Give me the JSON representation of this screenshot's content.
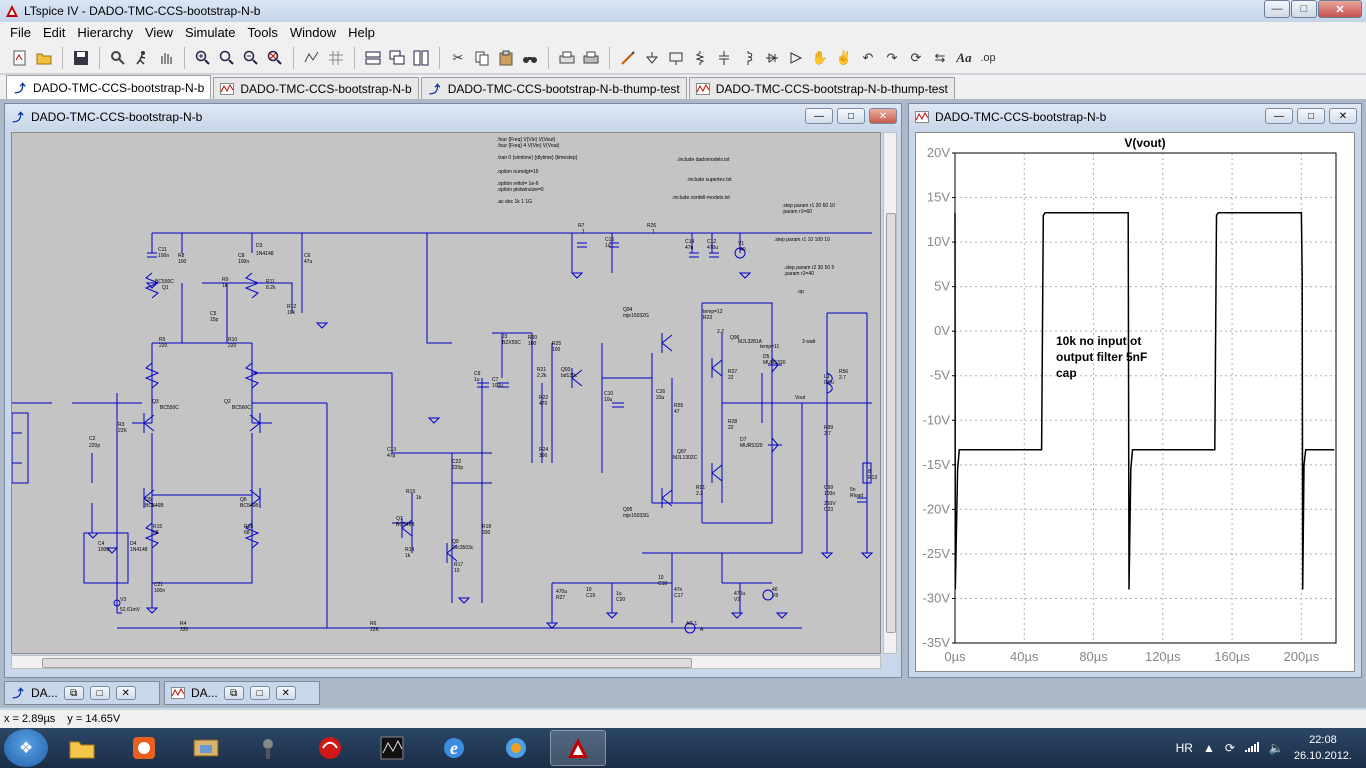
{
  "window": {
    "title": "LTspice IV - DADO-TMC-CCS-bootstrap-N-b",
    "minimize": "—",
    "maximize": "□",
    "close": "✕"
  },
  "menu": [
    {
      "label": "File"
    },
    {
      "label": "Edit"
    },
    {
      "label": "Hierarchy"
    },
    {
      "label": "View"
    },
    {
      "label": "Simulate"
    },
    {
      "label": "Tools"
    },
    {
      "label": "Window"
    },
    {
      "label": "Help"
    }
  ],
  "tabs": [
    {
      "label": "DADO-TMC-CCS-bootstrap-N-b",
      "kind": "schematic"
    },
    {
      "label": "DADO-TMC-CCS-bootstrap-N-b",
      "kind": "waveform"
    },
    {
      "label": "DADO-TMC-CCS-bootstrap-N-b-thump-test",
      "kind": "schematic"
    },
    {
      "label": "DADO-TMC-CCS-bootstrap-N-b-thump-test",
      "kind": "waveform"
    }
  ],
  "schematic_window": {
    "title": "DADO-TMC-CCS-bootstrap-N-b",
    "directives": [
      ".four {Freq} V(Vin) V(Vout)",
      ".four {Freq} 4 V(Vin) V(Vout)",
      ".tran 0 {simtime} {dlytime} {timestep}",
      ".option numdgt=15",
      ".option reltol= 1e-6",
      ".option plotwinsize=0",
      ".ac dec 1k 1 1G",
      ".include dadomodels.txt",
      ".include supertex.txt",
      ".include cordell-models.txt",
      ".step param r1 20 60 10",
      ".param r1=60",
      ".step param r1 10 100 10",
      ".step param r2 30 50 5",
      ".param r2=40",
      ".op"
    ],
    "labels": [
      "C11",
      "100n",
      "R8",
      "100",
      "BC550C",
      "Q1",
      "R9",
      "1k",
      "C8",
      "100n",
      "D3",
      "1N4148",
      "R11",
      "8.2k",
      "C6",
      "47u",
      "R12",
      "10k",
      "C5",
      "15p",
      "R5",
      "220",
      "R10",
      "220",
      "Q3",
      "BC550C",
      "Q2",
      "BC560C",
      "R3",
      "22K",
      "C2",
      "220p",
      "C13",
      "47p",
      "C22",
      "220p",
      "Q5",
      "BC546B",
      "Q6",
      "BC546B",
      "R15",
      "68",
      "R16",
      "68",
      "R19",
      "1k",
      "Q7",
      "BC546B",
      "R14",
      "1k",
      "Q9",
      "2sc3503c",
      "R18",
      "330",
      "R17",
      "10",
      "C4",
      "100u",
      "D4",
      "1N4148",
      "C21",
      "100n",
      "V3",
      "52.61mV",
      "R4",
      "330",
      "R6",
      "22K",
      "V1",
      "40",
      "R7",
      "1",
      "C16",
      "1u",
      "R26",
      "1",
      "C14",
      "47n",
      "C12",
      "470u",
      "J3",
      "BZX55C",
      "R20",
      "100",
      "R25",
      "100",
      "R21",
      "2.2k",
      "Q93",
      "bd139c",
      "R22",
      "470",
      "R24",
      "390",
      "C10",
      "10u",
      "C9",
      "1u",
      "C7",
      "100u",
      "Q94",
      "mje15032G",
      "temp=12",
      "R23",
      "2.2",
      "Q96",
      "MJL3281A",
      "temp=11",
      "D5",
      "MUR5320",
      "R27",
      "22",
      "R28",
      "22",
      "Q97",
      "MJL1302C",
      "D7",
      "MUR5320",
      "R91",
      "2.2",
      "Q95",
      "mje15033G",
      "C26",
      "33u",
      "R55",
      "47",
      "Vout",
      "3 watt",
      "L1",
      "0.5u",
      "R56",
      "2.7",
      "R99",
      "2.7",
      "C99",
      "100n",
      "250V",
      "C23",
      "5n",
      "Rload",
      "8",
      "R13",
      "10",
      "C19",
      "1u",
      "C20",
      "470u",
      "R27",
      "10",
      "C18",
      "47n",
      "C17",
      "470u",
      "V2",
      "40",
      "V8",
      "AC 1",
      "A"
    ]
  },
  "waveform_window": {
    "title": "DADO-TMC-CCS-bootstrap-N-b",
    "annotation": [
      "10k no input ot",
      "output filter 5nF",
      "cap"
    ]
  },
  "chart_data": {
    "type": "line",
    "title": "V(vout)",
    "xlabel": "",
    "ylabel": "",
    "xlim": [
      0,
      220
    ],
    "ylim": [
      -35,
      20
    ],
    "x_ticks": [
      "0µs",
      "40µs",
      "80µs",
      "120µs",
      "160µs",
      "200µs"
    ],
    "y_ticks": [
      "20V",
      "15V",
      "10V",
      "5V",
      "0V",
      "-5V",
      "-10V",
      "-15V",
      "-20V",
      "-25V",
      "-30V",
      "-35V"
    ],
    "grid": true,
    "series": [
      {
        "name": "V(vout)",
        "color": "#000000",
        "points": [
          [
            0,
            13.3
          ],
          [
            0.2,
            -29.0
          ],
          [
            1.5,
            -15.5
          ],
          [
            2.5,
            -13.3
          ],
          [
            50,
            -13.3
          ],
          [
            51,
            13.0
          ],
          [
            52,
            13.3
          ],
          [
            100,
            13.3
          ],
          [
            100.5,
            -29.0
          ],
          [
            101.5,
            -15.5
          ],
          [
            102.5,
            -13.3
          ],
          [
            150,
            -13.3
          ],
          [
            151,
            13.0
          ],
          [
            152,
            13.3
          ],
          [
            200,
            13.3
          ],
          [
            200.5,
            6.0
          ],
          [
            200.8,
            -29.0
          ],
          [
            201.5,
            -15.0
          ],
          [
            202.5,
            -13.3
          ],
          [
            219,
            -13.3
          ]
        ]
      }
    ]
  },
  "minimized": [
    {
      "label": "DA...",
      "kind": "schematic"
    },
    {
      "label": "DA...",
      "kind": "waveform"
    }
  ],
  "status": {
    "x": "x = 2.89µs",
    "y": "y = 14.65V"
  },
  "taskbar": {
    "lang": "HR",
    "time": "22:08",
    "date": "26.10.2012."
  },
  "colors": {
    "wire": "#0000c8",
    "text_blue": "#0000c8",
    "grid": "#b0b0b0",
    "trace": "#000000"
  }
}
